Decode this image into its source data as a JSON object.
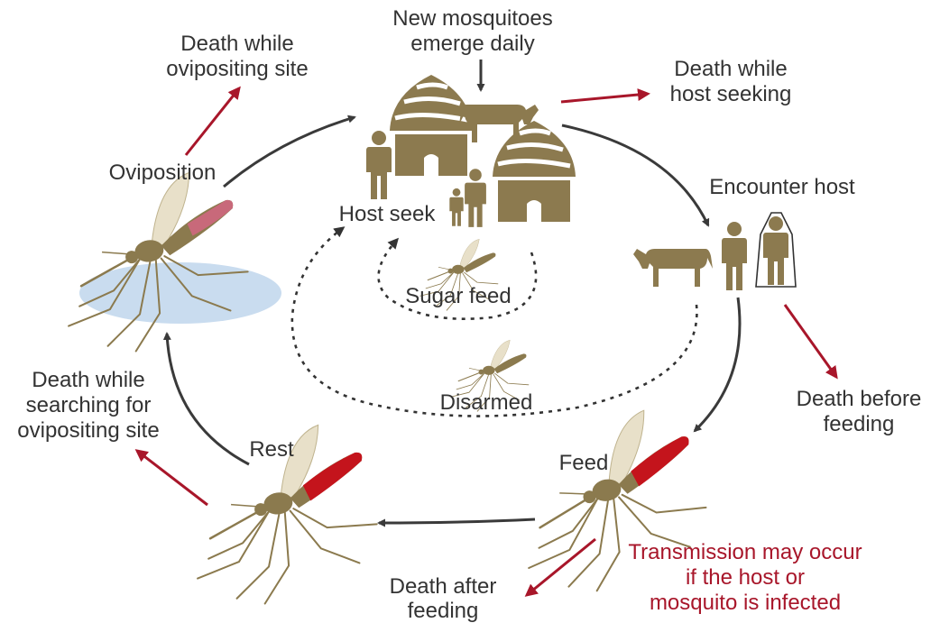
{
  "diagram": {
    "labels": {
      "new_mosquitoes_1": "New mosquitoes",
      "new_mosquitoes_2": "emerge daily",
      "death_host_seeking_1": "Death while",
      "death_host_seeking_2": "host seeking",
      "death_ovipositing_1": "Death while",
      "death_ovipositing_2": "ovipositing site",
      "oviposition": "Oviposition",
      "host_seek": "Host seek",
      "encounter_host": "Encounter host",
      "sugar_feed": "Sugar feed",
      "disarmed": "Disarmed",
      "death_before_feeding_1": "Death before",
      "death_before_feeding_2": "feeding",
      "death_searching_1": "Death while",
      "death_searching_2": "searching for",
      "death_searching_3": "ovipositing site",
      "rest": "Rest",
      "feed": "Feed",
      "death_after_feeding_1": "Death after",
      "death_after_feeding_2": "feeding",
      "transmission_1": "Transmission may occur",
      "transmission_2": "if the host or",
      "transmission_3": "mosquito is infected"
    },
    "colors": {
      "text": "#333333",
      "death_red": "#a8162a",
      "cycle_arrow": "#3a3a3a",
      "figure_olive": "#8c7a4f",
      "mosquito_body": "#8b7a4e",
      "blood_red": "#c4141c",
      "water": "#c9dcef"
    },
    "icons": [
      "hut-icon",
      "cow-icon",
      "person-icon",
      "bednet-icon",
      "mosquito-icon",
      "water-pool-icon"
    ]
  }
}
